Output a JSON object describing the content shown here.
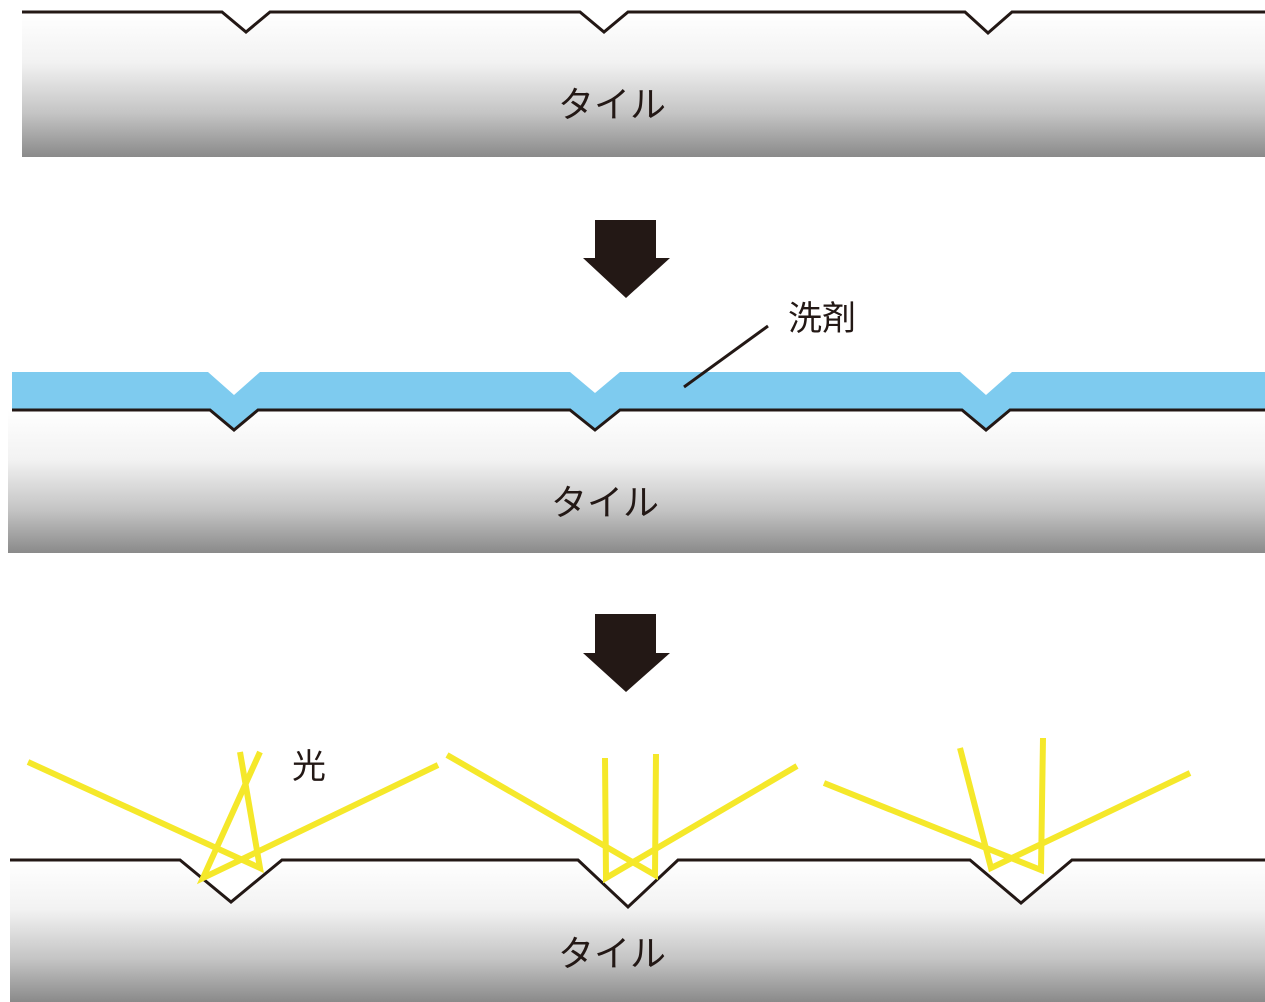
{
  "panels": [
    {
      "id": "before",
      "tile_label": "タイル"
    },
    {
      "id": "detergent",
      "tile_label": "タイル",
      "coating_label": "洗剤"
    },
    {
      "id": "light",
      "tile_label": "タイル",
      "light_label": "光"
    }
  ],
  "colors": {
    "tile_light": "#ffffff",
    "tile_dark": "#8a8a8a",
    "outline": "#231815",
    "detergent": "#7ecbef",
    "light_rays": "#f5e82a",
    "arrow": "#231815"
  },
  "icons": [
    "down-arrow-icon",
    "down-arrow-icon"
  ]
}
